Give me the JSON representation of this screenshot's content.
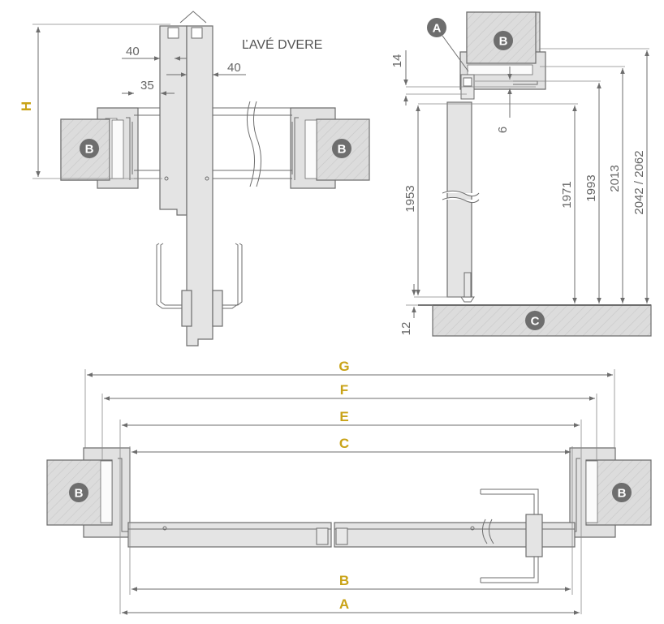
{
  "title": "ĽAVÉ DVERE",
  "badges": {
    "a": "A",
    "b": "B",
    "c": "C"
  },
  "labels": {
    "h": "H",
    "g": "G",
    "f": "F",
    "e": "E",
    "c": "C",
    "b": "B",
    "a": "A"
  },
  "dims": {
    "d40a": "40",
    "d40b": "40",
    "d35": "35",
    "d14": "14",
    "d6": "6",
    "d1953": "1953",
    "d12": "12",
    "d1971": "1971",
    "d1993": "1993",
    "d2013": "2013",
    "d2042": "2042 / 2062"
  },
  "colors": {
    "accent": "#c9a318",
    "badge": "#6e6e6e",
    "line": "#6d6d6d",
    "wall": "#dcdcdc"
  }
}
